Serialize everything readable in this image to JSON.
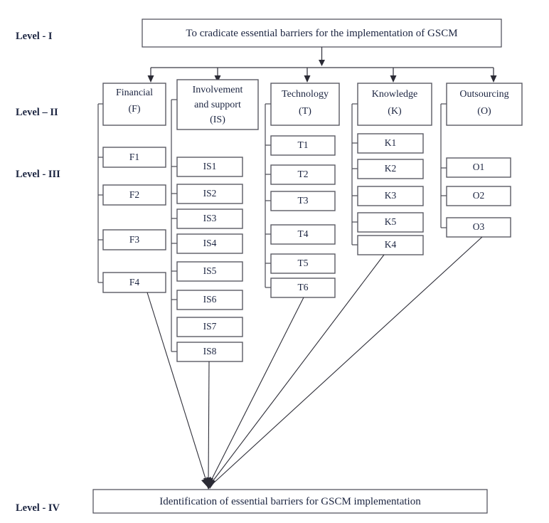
{
  "diagram": {
    "title_box": {
      "label": "To cradicate essential barriers for the implementation of GSCM"
    },
    "bottom_box": {
      "label": "Identification of essential barriers for GSCM implementation"
    },
    "levels": [
      {
        "id": "level-1",
        "label": "Level - I"
      },
      {
        "id": "level-2",
        "label": "Level – II"
      },
      {
        "id": "level-3",
        "label": "Level - III"
      },
      {
        "id": "level-4",
        "label": "Level - IV"
      }
    ],
    "categories": [
      {
        "id": "financial",
        "name_line1": "Financial",
        "name_line2": "(F)",
        "name_line3": "",
        "children": [
          "F1",
          "F2",
          "F3",
          "F4"
        ]
      },
      {
        "id": "involvement-and-support",
        "name_line1": "Involvement",
        "name_line2": "and support",
        "name_line3": "(IS)",
        "children": [
          "IS1",
          "IS2",
          "IS3",
          "IS4",
          "IS5",
          "IS6",
          "IS7",
          "IS8"
        ]
      },
      {
        "id": "technology",
        "name_line1": "Technology",
        "name_line2": "(T)",
        "name_line3": "",
        "children": [
          "T1",
          "T2",
          "T3",
          "T4",
          "T5",
          "T6"
        ]
      },
      {
        "id": "knowledge",
        "name_line1": "Knowledge",
        "name_line2": "(K)",
        "name_line3": "",
        "children": [
          "K1",
          "K2",
          "K3",
          "K5",
          "K4"
        ]
      },
      {
        "id": "outsourcing",
        "name_line1": "Outsourcing",
        "name_line2": "(O)",
        "name_line3": "",
        "children": [
          "O1",
          "O2",
          "O3"
        ]
      }
    ],
    "colors": {
      "box_stroke": "#5a5a64",
      "connector": "#3a3a44",
      "text": "#1b2440",
      "background": "#ffffff"
    }
  }
}
